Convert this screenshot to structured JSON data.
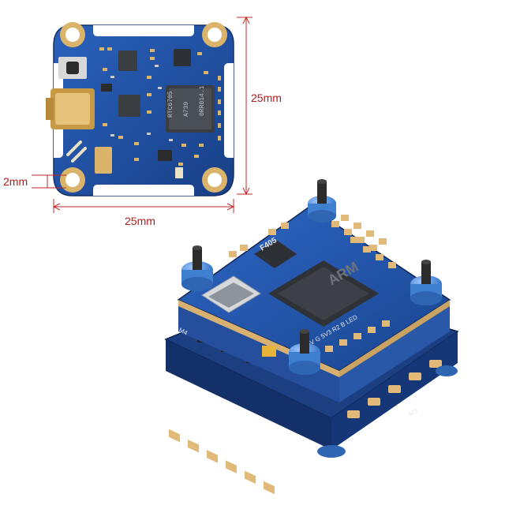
{
  "dimensions": {
    "height_label": "25mm",
    "width_label": "25mm",
    "mount_label": "2mm"
  },
  "vtx_board": {
    "chip_marking": [
      "RTC6705",
      "A739",
      "0RR014.1"
    ]
  },
  "stack": {
    "fc_marking": "F405",
    "chip_brand": "ARM",
    "pad_labels": "R2 +5V G 5V3 R2 B LED",
    "motor_labels": [
      "M4",
      "M3"
    ]
  },
  "colors": {
    "pcb_blue": "#1f4fa0",
    "pad_gold": "#d9b46a",
    "dimension_red": "#c02a2a",
    "standoff_blue": "#3f7fd0"
  }
}
